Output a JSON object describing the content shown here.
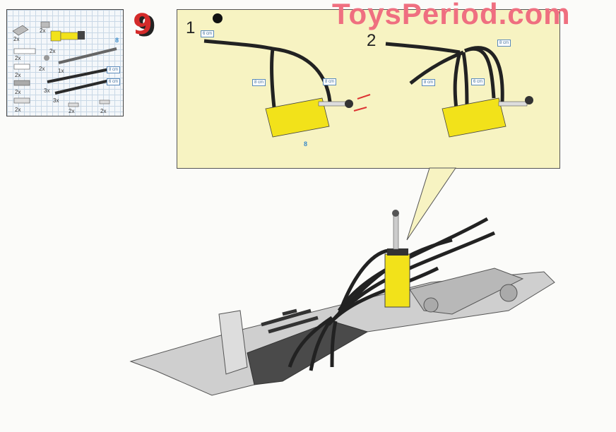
{
  "watermark": "ToysPeriod.com",
  "step_number": "9",
  "parts_list": {
    "quantities": [
      "2x",
      "2x",
      "2x",
      "2x",
      "2x",
      "2x",
      "2x",
      "2x",
      "1x",
      "3x",
      "3x",
      "2x",
      "2x"
    ],
    "element_count_label": "8",
    "hose_labels": [
      "8 cm",
      "6 cm"
    ]
  },
  "callout": {
    "substeps": [
      {
        "number": "1",
        "hose_labels": [
          "6 cm",
          "8 cm",
          "8 cm"
        ],
        "element_label": "8"
      },
      {
        "number": "2",
        "hose_labels": [
          "8 cm",
          "8 cm",
          "6 cm"
        ]
      }
    ]
  },
  "colors": {
    "step_number": "#d42a2a",
    "callout_bg": "#f7f3c2",
    "watermark": "#ef6f80",
    "pneumatic_yellow": "#f2e21a"
  }
}
